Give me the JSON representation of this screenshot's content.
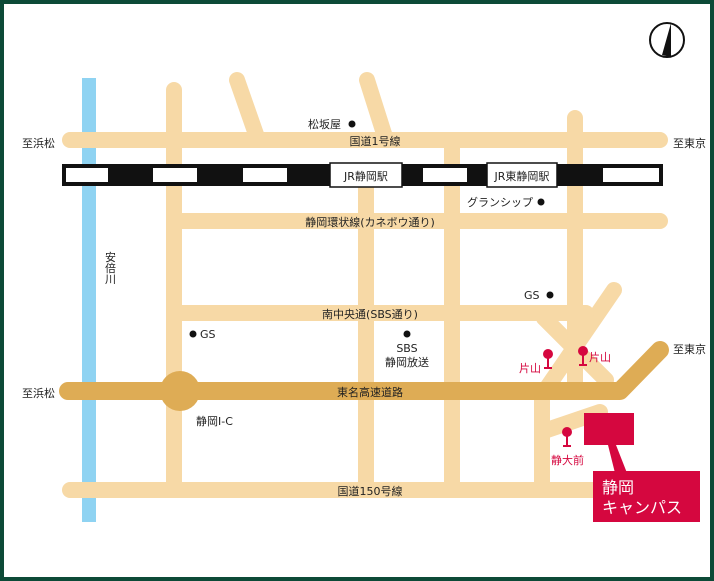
{
  "colors": {
    "frame": "#0d4a37",
    "background": "#ffffff",
    "road": "#f7d9a6",
    "highway": "#deac55",
    "river": "#8fd3f2",
    "railway": "#111111",
    "accent": "#d5073f",
    "text": "#222222"
  },
  "places": {
    "west_hamamatsu_top": "至浜松",
    "east_tokyo_top": "至東京",
    "west_hamamatsu_highway": "至浜松",
    "east_tokyo_highway": "至東京",
    "river": "安倍川",
    "matsuzakaya": "松坂屋",
    "granship": "グランシップ",
    "gs_east": "GS",
    "gs_west": "GS",
    "sbs": "SBS",
    "sbs_sub": "静岡放送",
    "interchange": "静岡I-C",
    "campus_line1": "静岡",
    "campus_line2": "キャンパス"
  },
  "roads": {
    "route1": "国道1号線",
    "ring": "静岡環状線(カネボウ通り)",
    "minami": "南中央通(SBS通り)",
    "tomei": "東名高速道路",
    "route150": "国道150号線"
  },
  "stations": {
    "jr_shizuoka": "JR静岡駅",
    "jr_higashi": "JR東静岡駅"
  },
  "bus_stops": {
    "katayama_left": "片山",
    "katayama_right": "片山",
    "shizudaimae": "静大前"
  }
}
